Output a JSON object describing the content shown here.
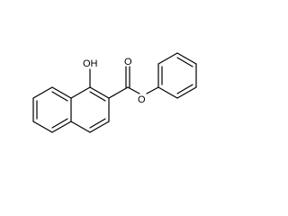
{
  "molecule": {
    "atom_labels": {
      "hydroxyl": "OH",
      "carbonyl_oxygen": "O",
      "ester_oxygen": "O"
    }
  },
  "colors": {
    "bond": "#000000",
    "background": "#ffffff"
  }
}
